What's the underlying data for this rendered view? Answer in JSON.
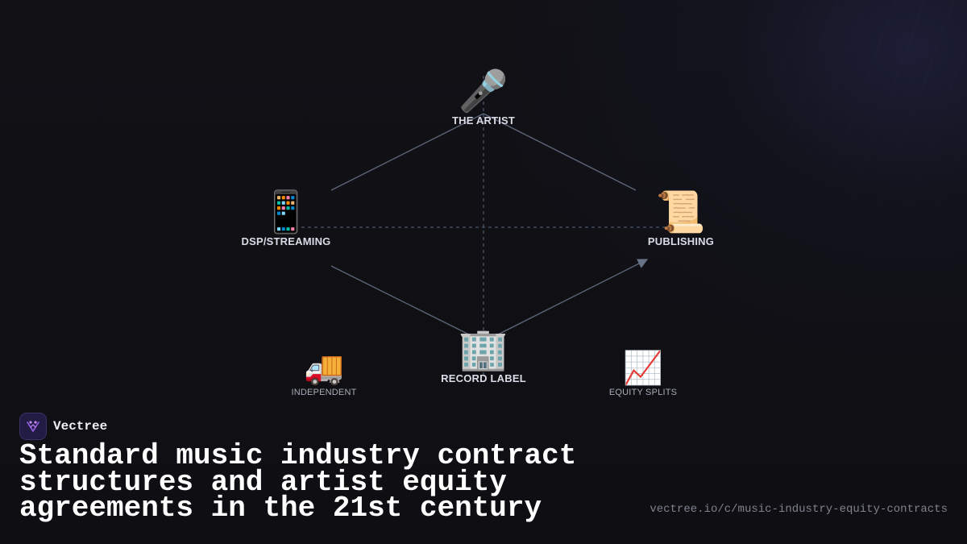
{
  "brand": {
    "name": "Vectree",
    "accent": "#8f5bd8"
  },
  "headline": "Standard music industry contract structures and artist equity agreements in the 21st century",
  "url": "vectree.io/c/music-industry-equity-contracts",
  "diagram": {
    "nodes": {
      "artist": {
        "icon": "microphone-icon",
        "glyph": "🎤",
        "label": "THE ARTIST"
      },
      "dsp": {
        "icon": "mobile-phone-icon",
        "glyph": "📱",
        "label": "DSP/STREAMING"
      },
      "publishing": {
        "icon": "scroll-icon",
        "glyph": "📜",
        "label": "PUBLISHING"
      },
      "label": {
        "icon": "office-building-icon",
        "glyph": "🏢",
        "label": "RECORD LABEL"
      },
      "independent": {
        "icon": "delivery-truck-icon",
        "glyph": "🚚",
        "label": "INDEPENDENT"
      },
      "equity": {
        "icon": "chart-increasing-icon",
        "glyph": "📈",
        "label": "EQUITY SPLITS"
      }
    },
    "colors": {
      "edge": "#5b6577",
      "dashed": "#3f4a5e"
    }
  }
}
